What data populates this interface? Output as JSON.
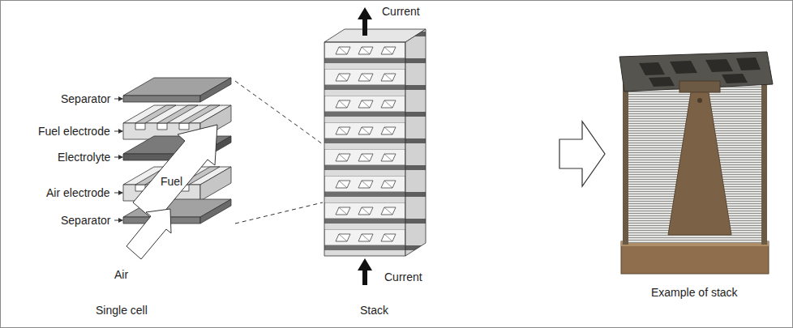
{
  "diagram": {
    "labels": [
      "Separator",
      "Fuel electrode",
      "Electrolyte",
      "Air electrode",
      "Fuel",
      "Separator",
      "Air",
      "Single cell",
      "Current",
      "Current",
      "Stack",
      "Example of stack"
    ]
  }
}
